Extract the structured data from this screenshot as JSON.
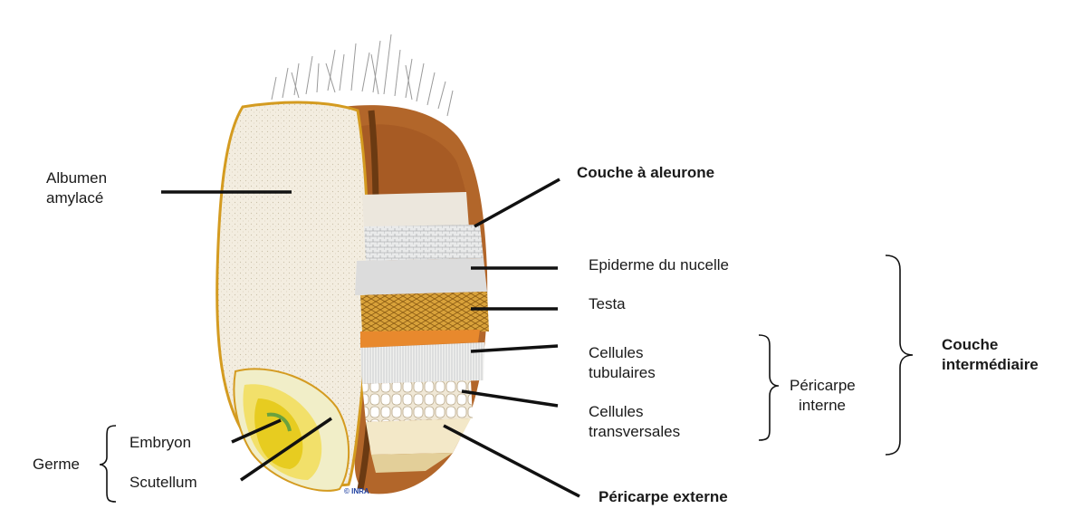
{
  "labels": {
    "albumen_line1": "Albumen",
    "albumen_line2": "amylacé",
    "aleurone": "Couche à aleurone",
    "epiderme": "Epiderme du nucelle",
    "testa": "Testa",
    "tubulaires_line1": "Cellules",
    "tubulaires_line2": "tubulaires",
    "transversales_line1": "Cellules",
    "transversales_line2": "transversales",
    "pericarpe_interne_line1": "Péricarpe",
    "pericarpe_interne_line2": "interne",
    "couche_int_line1": "Couche",
    "couche_int_line2": "intermédiaire",
    "embryon": "Embryon",
    "scutellum": "Scutellum",
    "germe": "Germe",
    "pericarpe_externe": "Péricarpe externe"
  },
  "credit": "© INRA"
}
